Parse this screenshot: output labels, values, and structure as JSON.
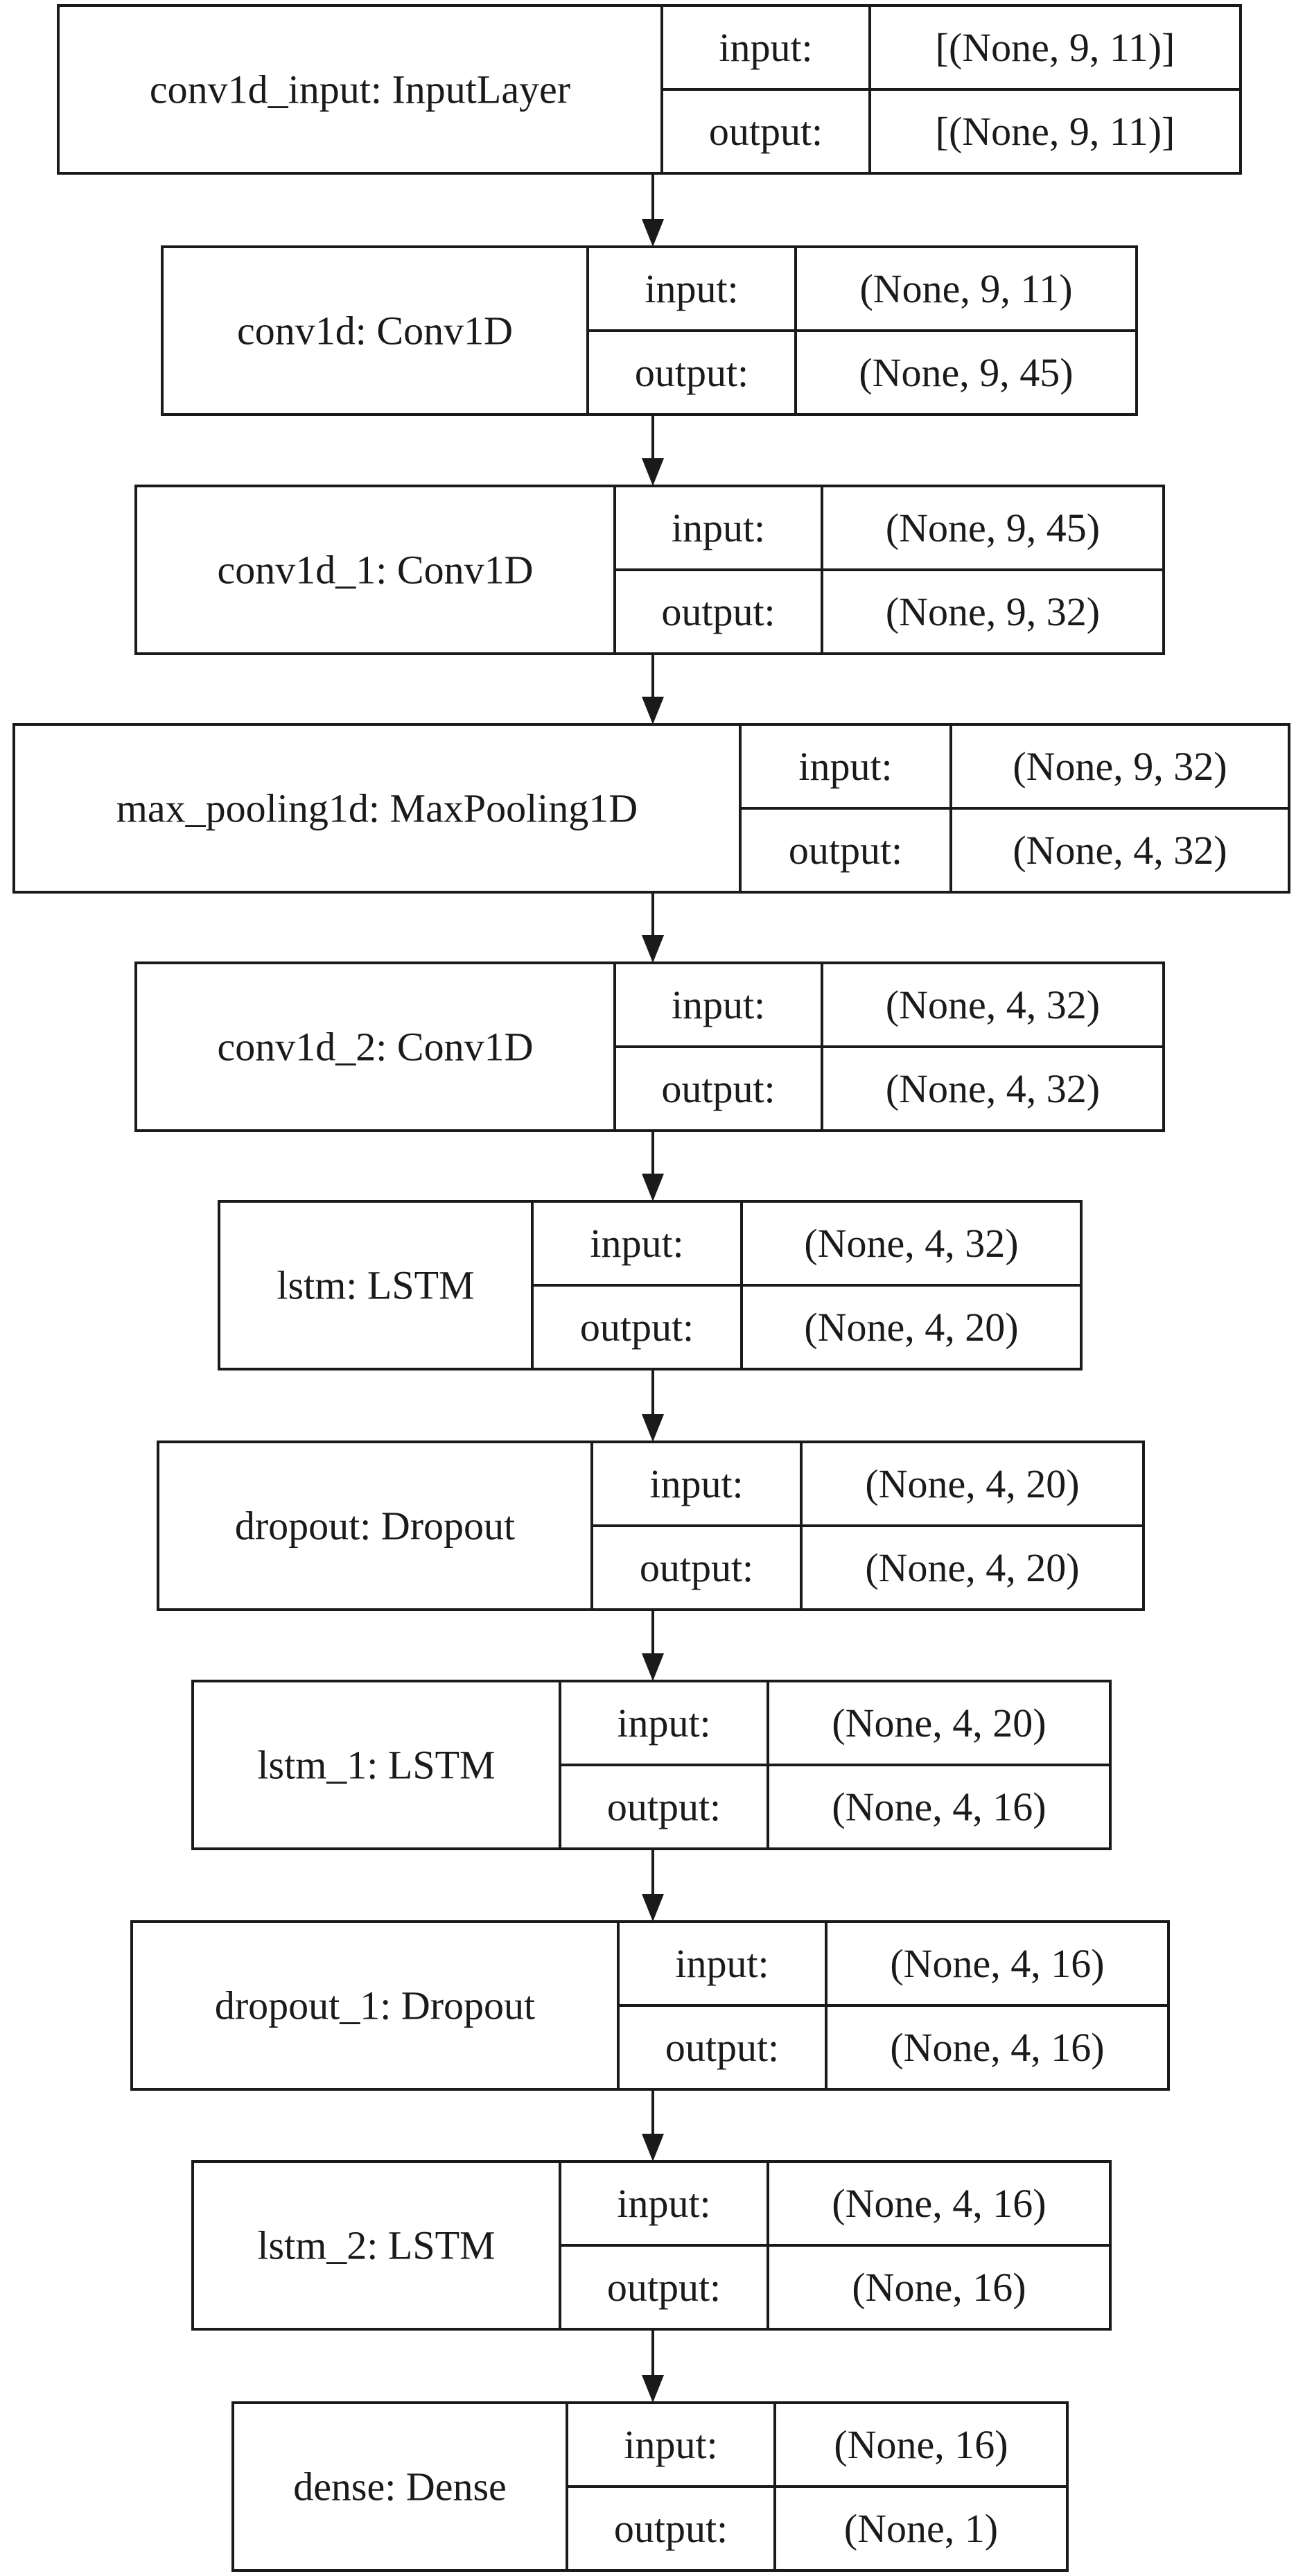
{
  "diagram": {
    "io_labels": {
      "input": "input:",
      "output": "output:"
    },
    "layers": [
      {
        "name": "conv1d_input: InputLayer",
        "input": "[(None, 9, 11)]",
        "output": "[(None, 9, 11)]"
      },
      {
        "name": "conv1d: Conv1D",
        "input": "(None, 9, 11)",
        "output": "(None, 9, 45)"
      },
      {
        "name": "conv1d_1: Conv1D",
        "input": "(None, 9, 45)",
        "output": "(None, 9, 32)"
      },
      {
        "name": "max_pooling1d: MaxPooling1D",
        "input": "(None, 9, 32)",
        "output": "(None, 4, 32)"
      },
      {
        "name": "conv1d_2: Conv1D",
        "input": "(None, 4, 32)",
        "output": "(None, 4, 32)"
      },
      {
        "name": "lstm: LSTM",
        "input": "(None, 4, 32)",
        "output": "(None, 4, 20)"
      },
      {
        "name": "dropout: Dropout",
        "input": "(None, 4, 20)",
        "output": "(None, 4, 20)"
      },
      {
        "name": "lstm_1: LSTM",
        "input": "(None, 4, 20)",
        "output": "(None, 4, 16)"
      },
      {
        "name": "dropout_1: Dropout",
        "input": "(None, 4, 16)",
        "output": "(None, 4, 16)"
      },
      {
        "name": "lstm_2: LSTM",
        "input": "(None, 4, 16)",
        "output": "(None, 16)"
      },
      {
        "name": "dense: Dense",
        "input": "(None, 16)",
        "output": "(None, 1)"
      }
    ]
  }
}
